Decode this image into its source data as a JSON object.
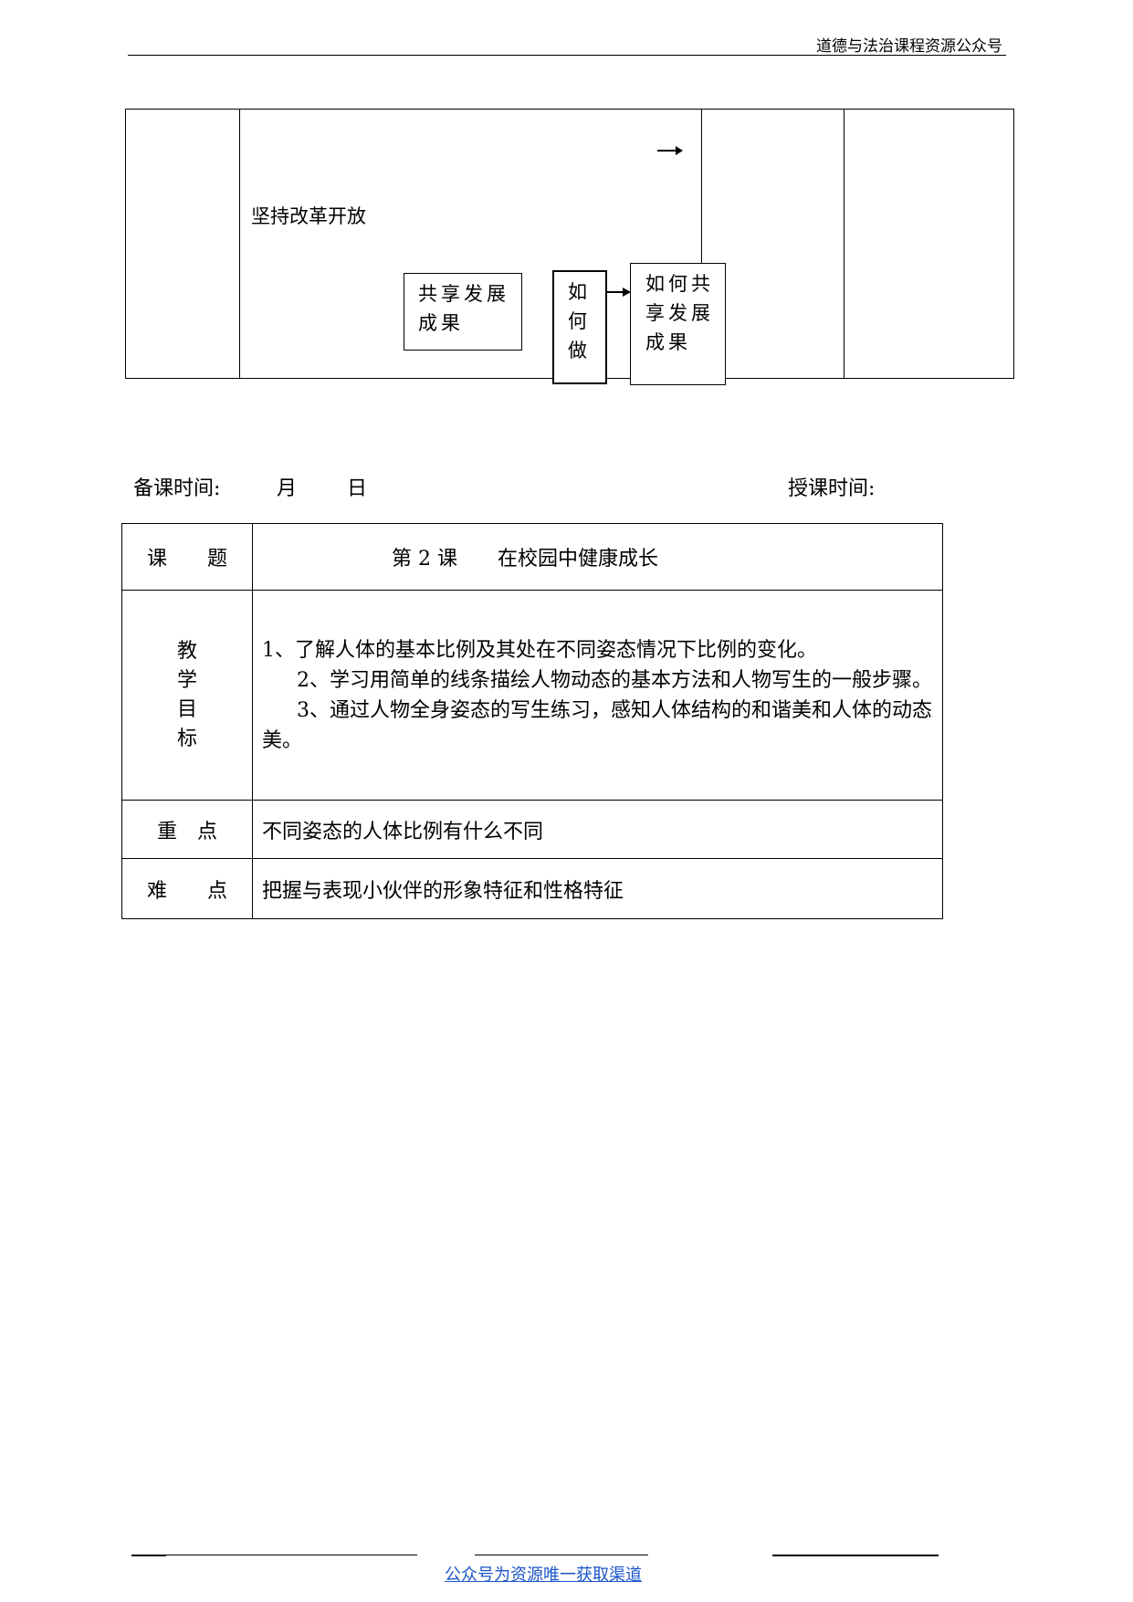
{
  "header": {
    "text": "道德与法治课程资源公众号"
  },
  "diagram": {
    "left_label": "坚持改革开放",
    "box_share": "共享发展成果",
    "box_share_lines": [
      "共享发展",
      "成果"
    ],
    "box_how": [
      "如",
      "何",
      "做"
    ],
    "box_how_share_lines": [
      "如何共",
      "享发展",
      "成果"
    ]
  },
  "meta": {
    "prep_time_label": "备课时间:",
    "month": "月",
    "day": "日",
    "teach_time_label": "授课时间:"
  },
  "lesson": {
    "topic_label": "课　　题",
    "topic_value": "第 2 课　　在校园中健康成长",
    "goals_label": [
      "教",
      "学",
      "目",
      "标"
    ],
    "goals": [
      "1、了解人体的基本比例及其处在不同姿态情况下比例的变化。",
      "2、学习用简单的线条描绘人物动态的基本方法和人物写生的一般步骤。",
      "3、通过人物全身姿态的写生练习，感知人体结构的和谐美和人体的动态美。"
    ],
    "key_label": "重　点",
    "key_value": "不同姿态的人体比例有什么不同",
    "difficult_label": "难　　点",
    "difficult_value": "把握与表现小伙伴的形象特征和性格特征"
  },
  "footer": {
    "link_text": "公众号为资源唯一获取渠道"
  }
}
